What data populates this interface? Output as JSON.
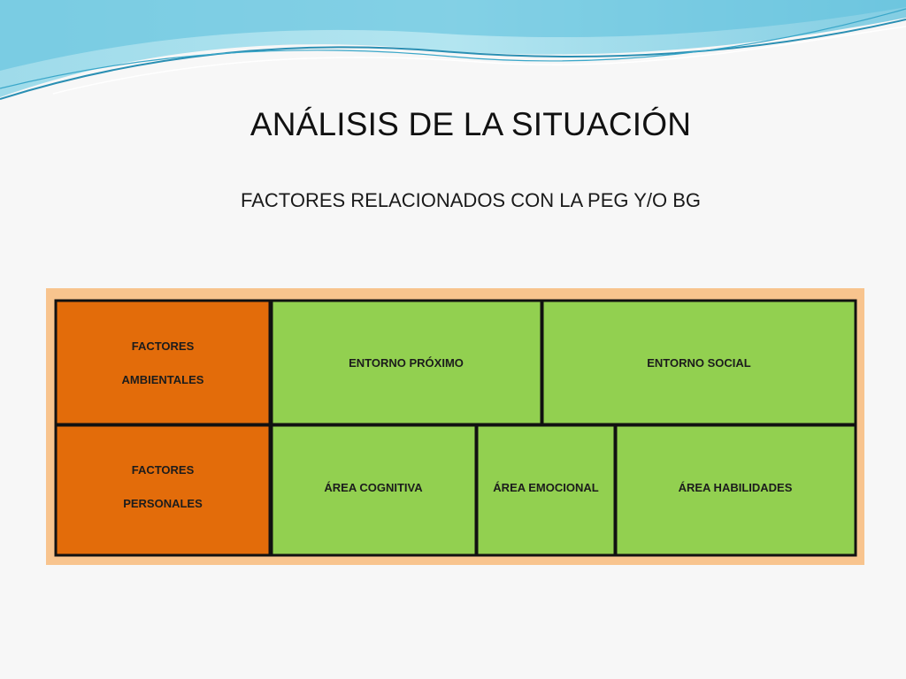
{
  "slide": {
    "title": "ANÁLISIS DE LA SITUACIÓN",
    "subtitle": "FACTORES RELACIONADOS CON LA PEG Y/O BG"
  },
  "diagram": {
    "rows": [
      {
        "header": {
          "line1": "FACTORES",
          "line2": "AMBIENTALES"
        },
        "cells": [
          "ENTORNO PRÓXIMO",
          "ENTORNO SOCIAL"
        ]
      },
      {
        "header": {
          "line1": "FACTORES",
          "line2": "PERSONALES"
        },
        "cells": [
          "ÁREA COGNITIVA",
          "ÁREA EMOCIONAL",
          "ÁREA HABILIDADES"
        ]
      }
    ]
  },
  "colors": {
    "header_fill": "#e36c0a",
    "cell_fill": "#92d050",
    "frame_fill": "#f8c48e",
    "border": "#111111",
    "wave_light": "#bfe8f2",
    "wave_mid": "#5bc0dc",
    "wave_dark": "#2a8fb3"
  }
}
